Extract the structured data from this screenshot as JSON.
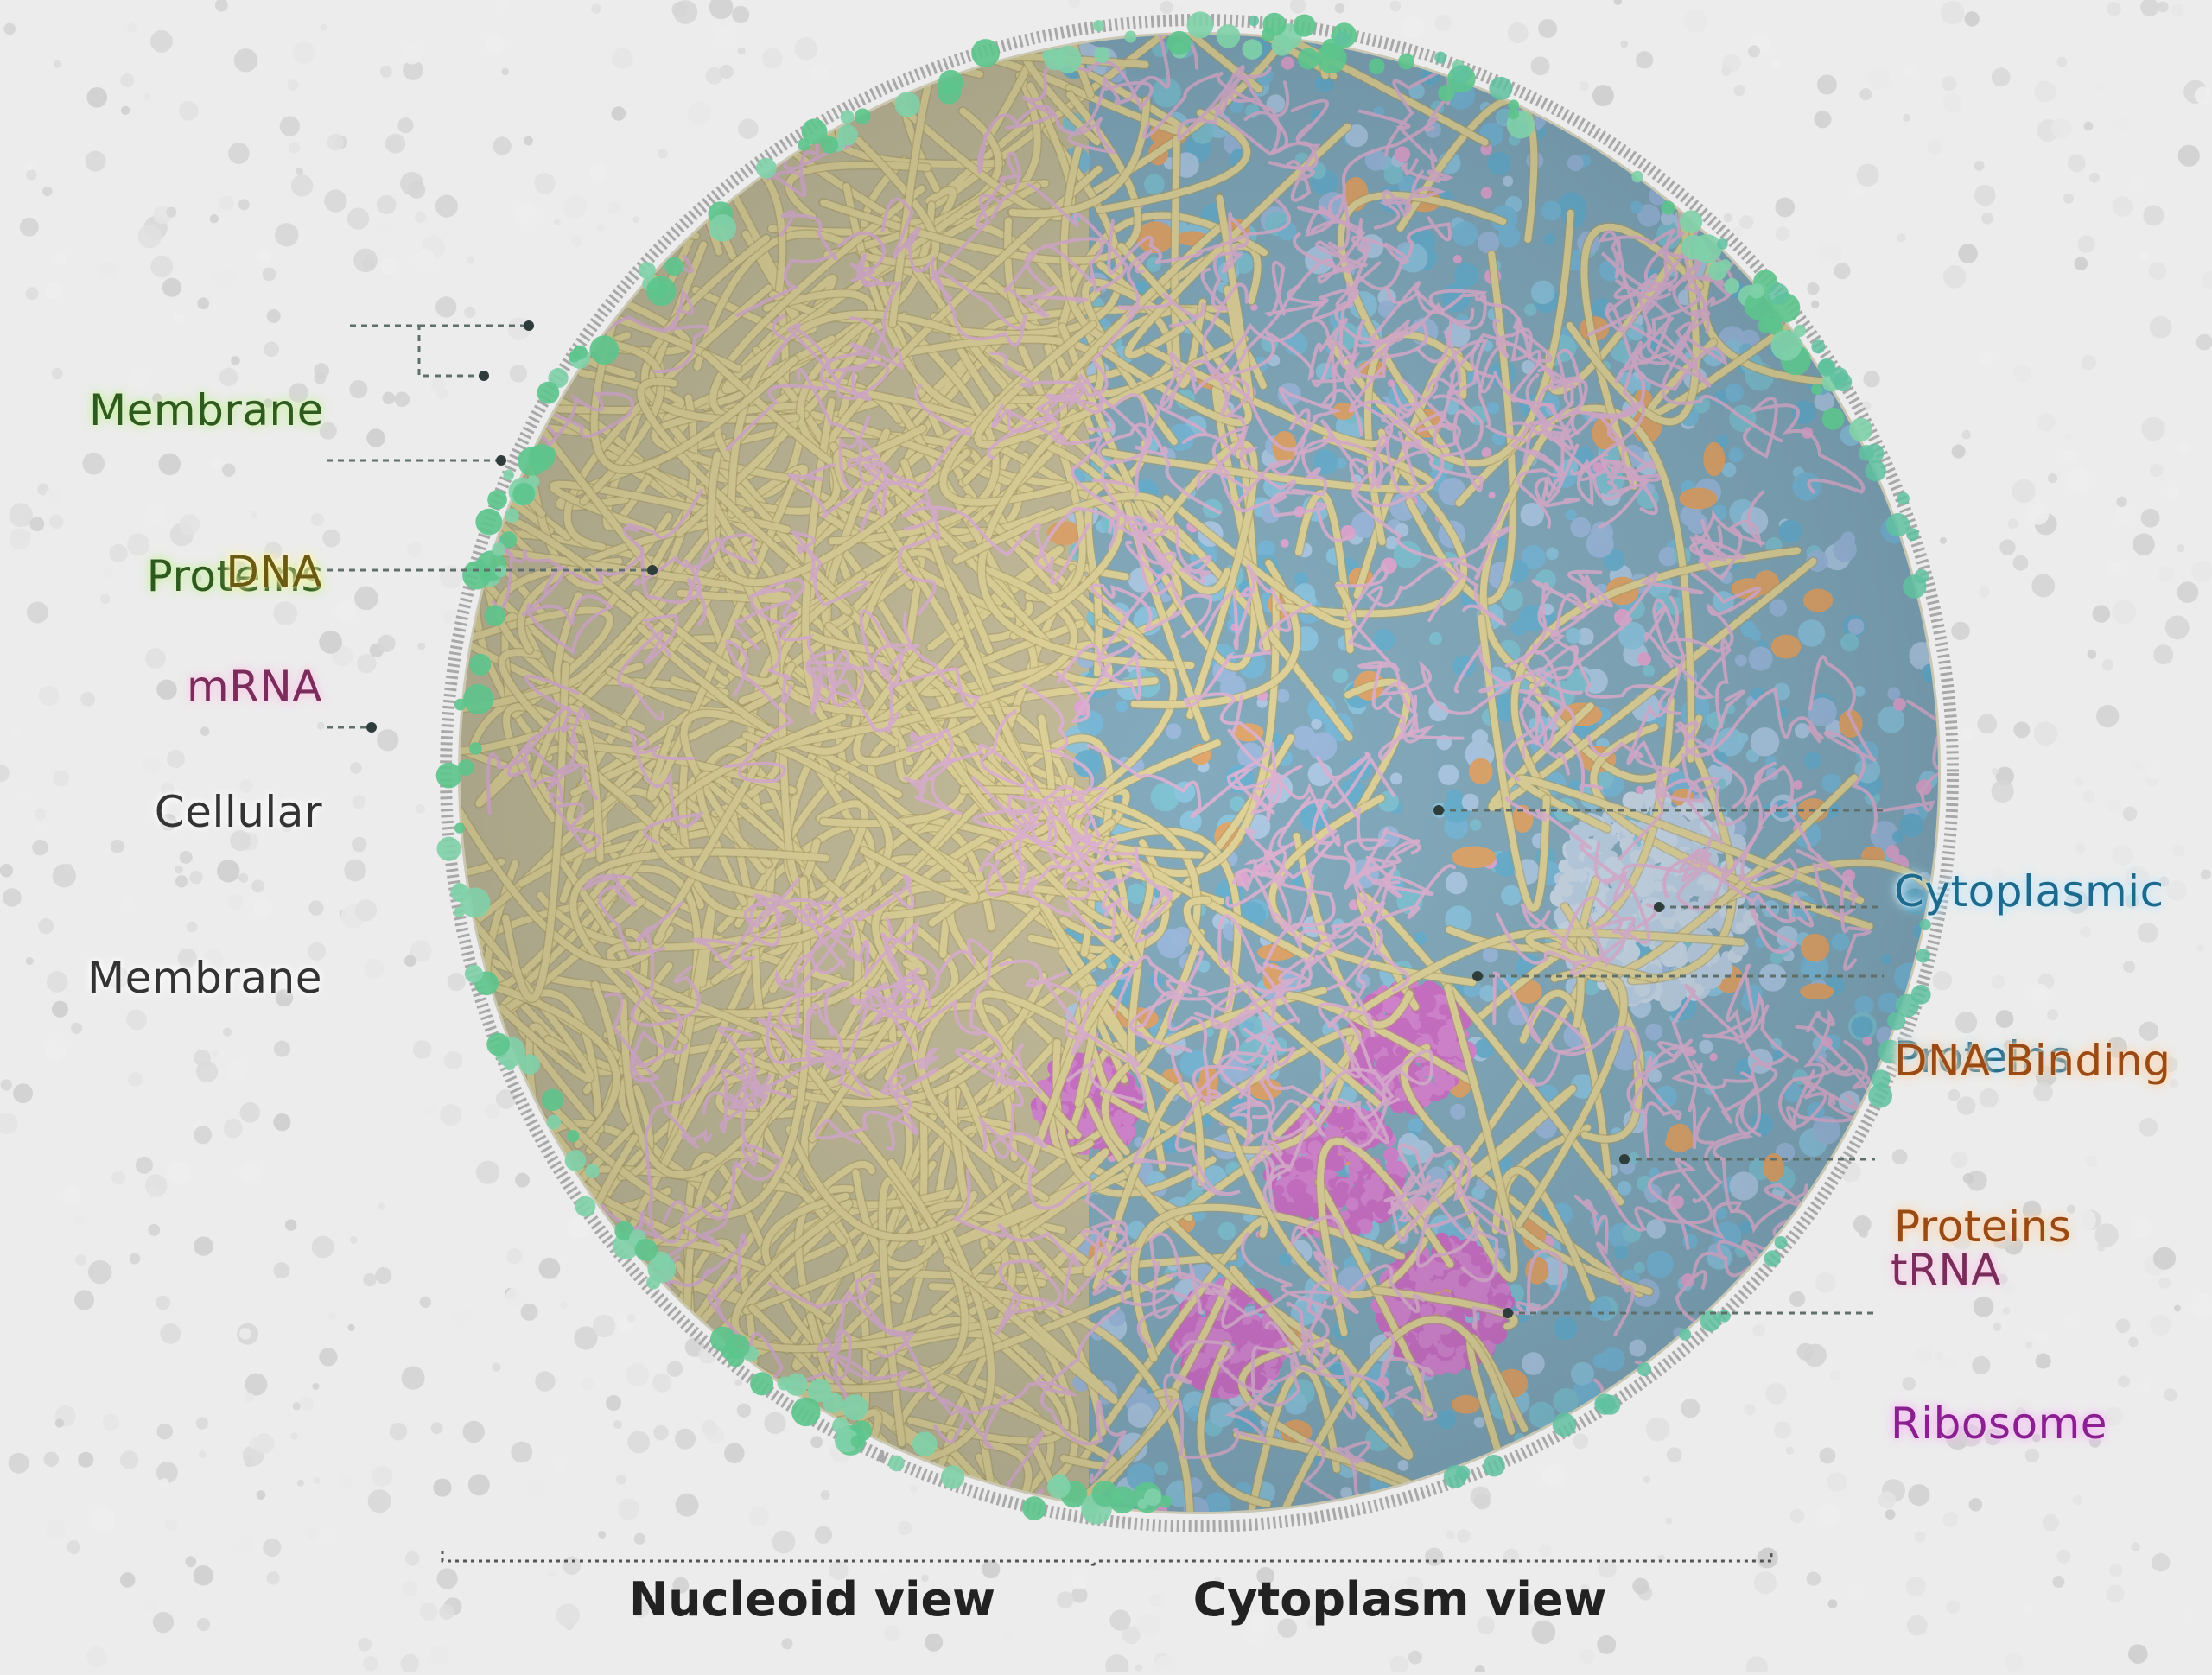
{
  "labels": {
    "membrane_proteins": [
      "Membrane",
      "Proteins"
    ],
    "dna": "DNA",
    "mrna": "mRNA",
    "cellular_membrane": [
      "Cellular",
      "Membrane"
    ],
    "cytoplasmic_proteins": [
      "Cytoplasmic",
      "Proteins"
    ],
    "dna_binding_proteins": [
      "DNA Binding",
      "Proteins"
    ],
    "trna": "tRNA",
    "ribosome": "Ribosome"
  },
  "bottom": {
    "nucleoid_view": "Nucleoid view",
    "cytoplasm_view": "Cytoplasm view"
  },
  "colors": {
    "background": "#ececec",
    "membrane": "#9a9a9a",
    "dna": "#e8d58a",
    "mrna": "#e6a8d6",
    "cytoplasmic_protein": "#6fb8e0",
    "dna_binding_protein": "#e8994e",
    "ribosome": "#cf52c8",
    "membrane_protein": "#5cc48c",
    "leader_line": "#5f6f6b"
  }
}
